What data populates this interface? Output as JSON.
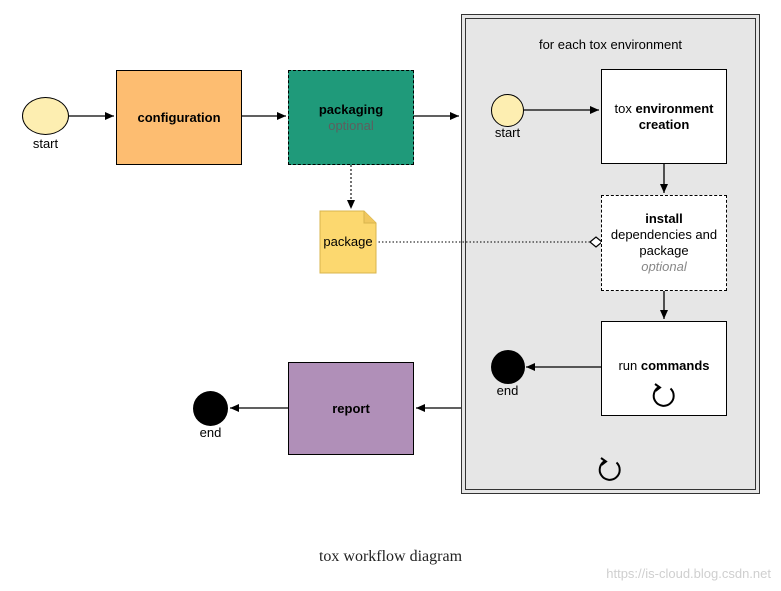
{
  "diagram": {
    "container_title": "for each tox environment",
    "outer": {
      "start_label": "start",
      "end_label": "end",
      "configuration": "configuration",
      "packaging": "packaging",
      "packaging_optional": "optional",
      "package": "package",
      "report": "report"
    },
    "inner": {
      "start_label": "start",
      "end_label": "end",
      "env_creation_prefix": "tox",
      "env_creation_bold": "environment creation",
      "install_bold": "install",
      "install_rest": "dependencies and package",
      "install_optional": "optional",
      "run_prefix": "run",
      "run_bold": "commands"
    }
  },
  "caption": "tox workflow diagram",
  "watermark": "https://is-cloud.blog.csdn.net",
  "colors": {
    "start_fill": "#fdeeb1",
    "configuration_fill": "#fdbd71",
    "packaging_fill": "#1f9a7a",
    "package_fill": "#fcd86f",
    "report_fill": "#b08fb8",
    "container_fill": "#e6e6e6",
    "end_fill": "#000000"
  },
  "icons": [
    "loop-icon",
    "loop-icon",
    "document-icon"
  ]
}
